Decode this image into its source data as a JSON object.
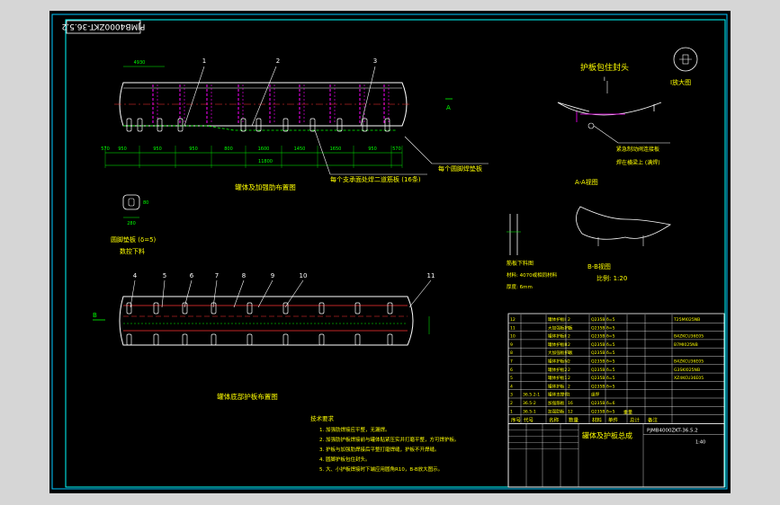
{
  "drawing": {
    "rotated_code": "PJMB4000ZKT-36.5.2",
    "main_view_caption": "罐体及加强肋布置图",
    "bottom_view_caption": "罐体底部护板布置图",
    "total_dim": "11800",
    "top_dim": "4930",
    "bottom_dims": [
      "570",
      "950",
      "950",
      "950",
      "800",
      "1600",
      "1450",
      "1650",
      "950",
      "570"
    ],
    "balloons_top": [
      "1",
      "2",
      "3"
    ],
    "balloons_bottom": [
      "4",
      "5",
      "6",
      "7",
      "8",
      "9",
      "10",
      "11"
    ],
    "label_a": "A",
    "label_b": "B",
    "label_i": "I",
    "annotation_weld": "每个支承面处焊二道筋板 (16条)",
    "annotation_pad": "每个圆脚焊垫板",
    "pad_title": "圆脚垫板 (δ=5)",
    "pad_sub": "数控下料",
    "pad_dims": [
      "280",
      "80"
    ],
    "detail_title": "护板包住封头",
    "detail_enlarge": "I放大图",
    "detail_note1": "紧急制动阀连接板",
    "detail_note2": "焊在横梁上 (满焊)",
    "view_aa": "A-A视图",
    "view_bb": "B-B视图",
    "view_bb_scale": "比例: 1:20",
    "plate_title": "筋板下料图",
    "plate_material": "材料: 4070或相同材料",
    "plate_thick": "厚度: 6mm",
    "tech_title": "技术要求",
    "tech_reqs": [
      "1. 加强肋焊接应平整，无漏焊。",
      "2. 加强肋护板焊接前与罐体贴紧压实并打磨平整，方可焊护板。",
      "3. 护板与加强肋焊接后平整打磨焊缝，护板不开焊缝。",
      "4. 圆脚护板包住封头。",
      "5. 大、小护板焊接时下端应用圆角R10，B-B放大图示。"
    ],
    "bom_rows": [
      {
        "no": "12",
        "name": "罐体护板I",
        "qty": "2",
        "mat": "Q235B δ=5",
        "note": "T25MI025NB"
      },
      {
        "no": "11",
        "name": "大加强板护板",
        "qty": "2",
        "mat": "Q235B δ=5",
        "note": ""
      },
      {
        "no": "10",
        "name": "罐体护板Ⅱ",
        "qty": "2",
        "mat": "Q235B δ=5",
        "note": "B4ZKCU36E05"
      },
      {
        "no": "9",
        "name": "罐体护板Ⅲ",
        "qty": "2",
        "mat": "Q235B δ=5",
        "note": "B7MI025NB"
      },
      {
        "no": "8",
        "name": "大加强板护板",
        "qty": "2",
        "mat": "Q235B δ=5",
        "note": ""
      },
      {
        "no": "7",
        "name": "罐体护板Ⅳ",
        "qty": "2",
        "mat": "Q235B δ=5",
        "note": "B4ZKCU36E05"
      },
      {
        "no": "6",
        "name": "罐体护板2",
        "qty": "2",
        "mat": "Q235B δ=5",
        "note": "G3SKI025NB"
      },
      {
        "no": "5",
        "name": "罐体护板1",
        "qty": "2",
        "mat": "Q235B δ=5",
        "note": "XZ4KCU36E05"
      },
      {
        "no": "4",
        "name": "罐体护板",
        "qty": "2",
        "mat": "Q235B δ=5",
        "note": ""
      },
      {
        "no": "3",
        "name": "36.5.2-1",
        "name2": "罐体支撑件",
        "qty": "1",
        "mat": "组焊",
        "note": ""
      },
      {
        "no": "2",
        "name": "36.5-2",
        "name2": "加强筋板",
        "qty": "16",
        "mat": "Q235B δ=6",
        "note": ""
      },
      {
        "no": "1",
        "name": "36.5-1",
        "name2": "加强肋板",
        "qty": "12",
        "mat": "Q235B δ=5",
        "note": ""
      }
    ],
    "bom_header": [
      "序号",
      "代号",
      "名称",
      "数量",
      "材料",
      "单件",
      "总计",
      "备注"
    ],
    "bom_weight": "重量",
    "title_name": "罐体及护板总成",
    "title_code": "PJMB4000ZKT-36.5.2",
    "title_scale": "1:40",
    "colors": {
      "frame": "#00ffff",
      "outline": "#ffffff",
      "dim": "#00ff00",
      "part": "#ff00ff",
      "text": "#ffff00",
      "red": "#ff3333"
    }
  }
}
